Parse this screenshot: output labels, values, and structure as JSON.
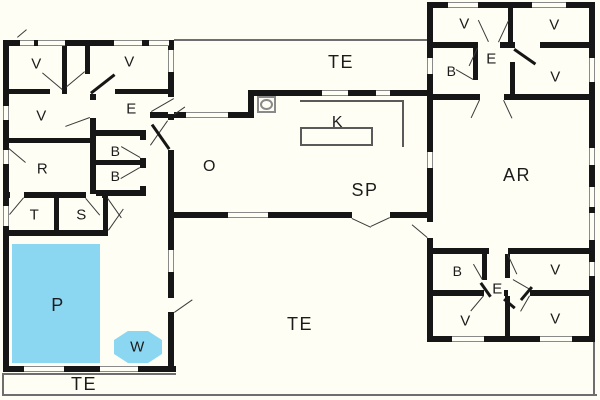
{
  "plan": {
    "type": "floor-plan",
    "colors": {
      "background": "#FFFEF4",
      "wall": "#161616",
      "pool": "#8BD7F2",
      "thin_line": "#6e6e6e",
      "label": "#1c1c1c"
    },
    "labels": {
      "left_wing": {
        "v1": "V",
        "v2": "V",
        "v3": "V",
        "e": "E",
        "r": "R",
        "b1": "B",
        "b2": "B",
        "t": "T",
        "s": "S",
        "p": "P",
        "w": "W"
      },
      "center": {
        "te_top": "TE",
        "k": "K",
        "o": "O",
        "sp": "SP",
        "te_court": "TE"
      },
      "right_wing": {
        "v_tl": "V",
        "v_tr": "V",
        "b_top": "B",
        "e_top": "E",
        "v_top": "V",
        "ar": "AR",
        "b_bot": "B",
        "v_mid": "V",
        "e_bot": "E",
        "v_bl": "V",
        "v_br": "V"
      },
      "bottom": {
        "te": "TE"
      }
    }
  }
}
